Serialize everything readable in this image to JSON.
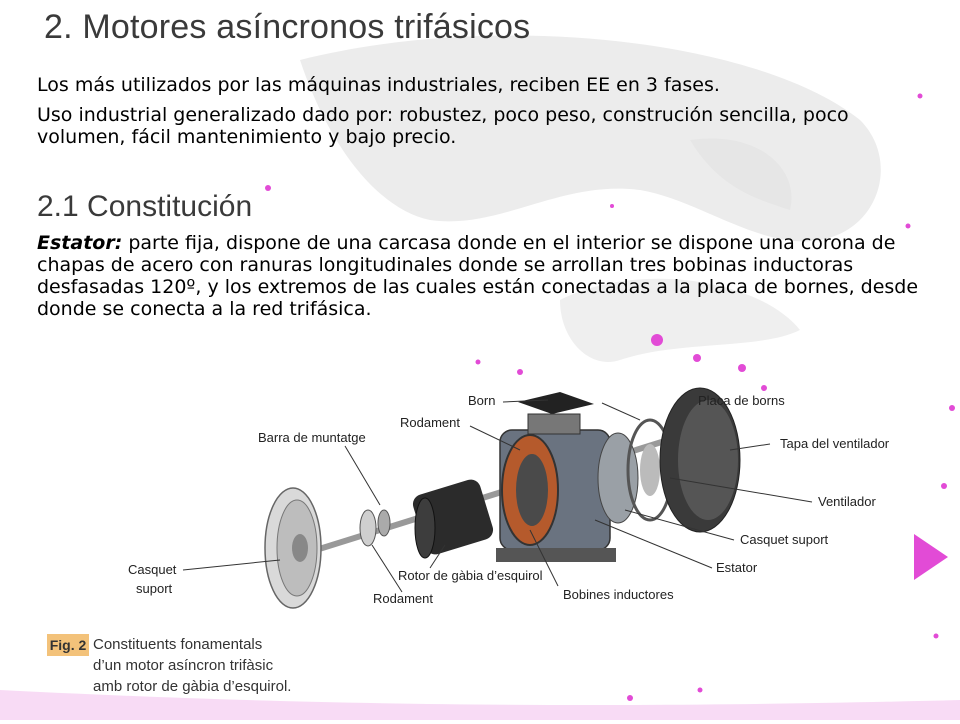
{
  "colors": {
    "accent": "#e24bd6",
    "title": "#3a3a3a",
    "tag": "#f3c27a"
  },
  "title": "2. Motores asíncronos trifásicos",
  "intro": {
    "line1": "Los más utilizados por las máquinas industriales, reciben EE en 3 fases.",
    "line2": "Uso industrial generalizado dado por: robustez, poco peso, construción sencilla, poco volumen, fácil mantenimiento y bajo precio."
  },
  "section": {
    "title": "2.1 Constitución",
    "estator_label": "Estator:",
    "estator_text": " parte fija, dispone de una carcasa donde en el interior se dispone una corona de chapas de acero con ranuras longitudinales donde se arrollan tres bobinas inductoras desfasadas 120º, y los extremos de las cuales están conectadas a la placa de bornes, desde donde se conecta a la red trifásica."
  },
  "figure": {
    "labels": {
      "born": "Born",
      "placa": "Placa de borns",
      "rodament_top": "Rodament",
      "barra": "Barra de muntatge",
      "tapa": "Tapa del ventilador",
      "ventilador": "Ventilador",
      "casquet_right": "Casquet suport",
      "estator": "Estator",
      "casquet_left_1": "Casquet",
      "casquet_left_2": "suport",
      "rotor": "Rotor de gàbia d’esquirol",
      "rodament_bottom": "Rodament",
      "bobines": "Bobines inductores"
    },
    "tag": "Fig. 2",
    "caption": [
      "Constituents fonamentals",
      "d’un motor asíncron trifàsic",
      "amb rotor de gàbia d’esquirol."
    ]
  }
}
